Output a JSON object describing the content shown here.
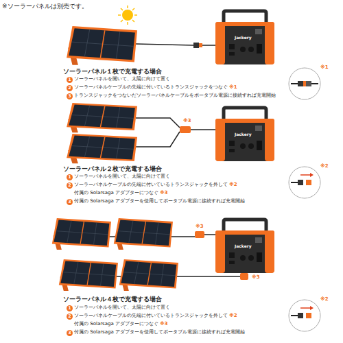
{
  "diagram": {
    "labels": [
      "※ソーラーパネルは別売です。",
      "Jackery",
      "ソーラーパネル１枚で充電する場合",
      "1",
      "ソーラーパネルを開いて、太陽に向けて置く",
      "2",
      "ソーラーパネルケーブルの先端に付いているトランスジャックをつなぐ",
      "※1",
      "3",
      "トランスジャックをつないだソーラーパネルケーブルをポータブル電源に接続すれば充電開始",
      "※1",
      "※3",
      "Jackery",
      "ソーラーパネル２枚で充電する場合",
      "1",
      "ソーラーパネルを開いて、太陽に向けて置く",
      "2",
      "ソーラーパネルケーブルの先端に付いているトランスジャックを外して",
      "※2",
      "付属の Solarsaga アダプターにつなぐ",
      "※3",
      "3",
      "付属の Solarsaga アダプターを使用してポータブル電源に接続すれば充電開始",
      "※2",
      "※3",
      "Jackery",
      "※3",
      "ソーラーパネル４枚で充電する場合",
      "1",
      "ソーラーパネルを開いて、太陽に向けて置く",
      "2",
      "ソーラーパネルケーブルの先端に付いているトランスジャックを外して",
      "※2",
      "付属の Solarsaga アダプターにつなぐ",
      "※3",
      "3",
      "付属の Solarsaga アダプターを使用してポータブル電源に接続すれば充電開始",
      "※2"
    ]
  }
}
